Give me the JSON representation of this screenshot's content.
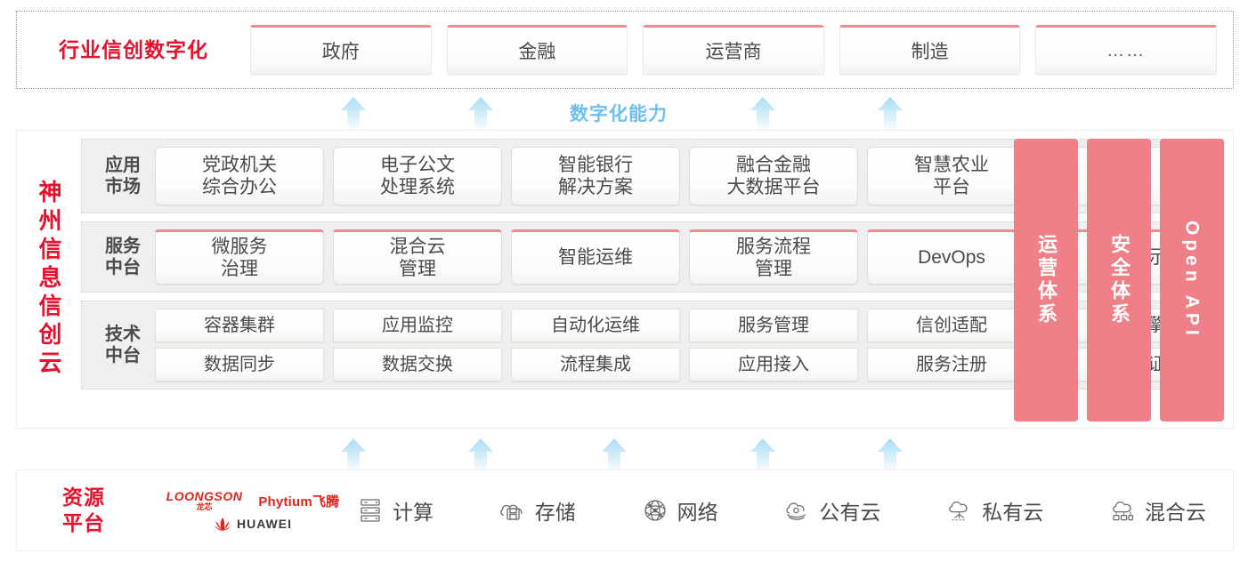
{
  "industry": {
    "title": "行业信创数字化",
    "boxes": [
      {
        "label": "政府",
        "name": "industry-box-government"
      },
      {
        "label": "金融",
        "name": "industry-box-finance"
      },
      {
        "label": "运营商",
        "name": "industry-box-carrier"
      },
      {
        "label": "制造",
        "name": "industry-box-manufacturing"
      },
      {
        "label": "……",
        "name": "industry-box-more"
      }
    ]
  },
  "capability": {
    "label": "数字化能力",
    "color": "#6ec0ee"
  },
  "cloud": {
    "title": "神州信息信创云",
    "layers": [
      {
        "label": "应用\n市场",
        "name": "layer-app-market",
        "items": [
          "党政机关\n综合办公",
          "电子公文\n处理系统",
          "智能银行\n解决方案",
          "融合金融\n大数据平台",
          "智慧农业\n平台",
          "……"
        ]
      },
      {
        "label": "服务\n中台",
        "name": "layer-service-platform",
        "items": [
          "微服务\n治理",
          "混合云\n管理",
          "智能运维",
          "服务流程\n管理",
          "DevOps",
          "大屏展示"
        ]
      },
      {
        "label": "技术\n中台",
        "name": "layer-tech-platform",
        "rows": [
          [
            "容器集群",
            "应用监控",
            "自动化运维",
            "服务管理",
            "信创适配",
            "流程引擎"
          ],
          [
            "数据同步",
            "数据交换",
            "流程集成",
            "应用接入",
            "服务注册",
            "统一认证"
          ]
        ]
      }
    ],
    "side_bars": [
      {
        "label": "运营体系",
        "name": "side-bar-operations",
        "latin": false
      },
      {
        "label": "安全体系",
        "name": "side-bar-security",
        "latin": false
      },
      {
        "label": "Open API",
        "name": "side-bar-open-api",
        "latin": true
      }
    ],
    "accent_pink": "#ef8087",
    "accent_red": "#e8112d"
  },
  "resource": {
    "title": "资源\n平台",
    "vendors": [
      {
        "name": "loongson-logo",
        "en": "LOONGSON",
        "cn": "龙芯"
      },
      {
        "name": "phytium-logo",
        "text": "Phytium飞腾"
      },
      {
        "name": "huawei-logo",
        "text": "HUAWEI"
      }
    ],
    "items": [
      {
        "label": "计算",
        "icon": "server-icon",
        "name": "resource-item-compute"
      },
      {
        "label": "存储",
        "icon": "cloud-storage-icon",
        "name": "resource-item-storage"
      },
      {
        "label": "网络",
        "icon": "network-icon",
        "name": "resource-item-network"
      },
      {
        "label": "公有云",
        "icon": "public-cloud-icon",
        "name": "resource-item-public-cloud"
      },
      {
        "label": "私有云",
        "icon": "private-cloud-icon",
        "name": "resource-item-private-cloud"
      },
      {
        "label": "混合云",
        "icon": "hybrid-cloud-icon",
        "name": "resource-item-hybrid-cloud"
      }
    ]
  }
}
